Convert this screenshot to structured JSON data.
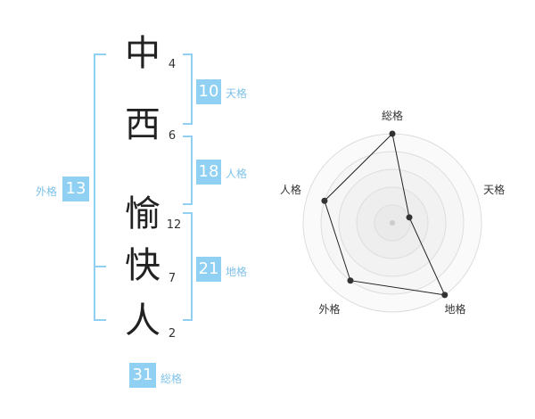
{
  "name": {
    "chars": [
      "中",
      "西",
      "愉",
      "快",
      "人"
    ],
    "strokes": [
      "4",
      "6",
      "12",
      "7",
      "2"
    ]
  },
  "fortune": {
    "tenkaku": {
      "value": "10",
      "label": "天格"
    },
    "jinkaku": {
      "value": "18",
      "label": "人格"
    },
    "chikaku": {
      "value": "21",
      "label": "地格"
    },
    "gaikaku": {
      "value": "13",
      "label": "外格"
    },
    "soukaku": {
      "value": "31",
      "label": "総格"
    }
  },
  "chart_data": {
    "type": "radar",
    "axes": [
      "総格",
      "天格",
      "地格",
      "外格",
      "人格"
    ],
    "values": [
      5,
      1,
      5,
      4,
      4
    ],
    "range": [
      0,
      5
    ],
    "rings": 5,
    "accent": "#8fd0f3"
  }
}
